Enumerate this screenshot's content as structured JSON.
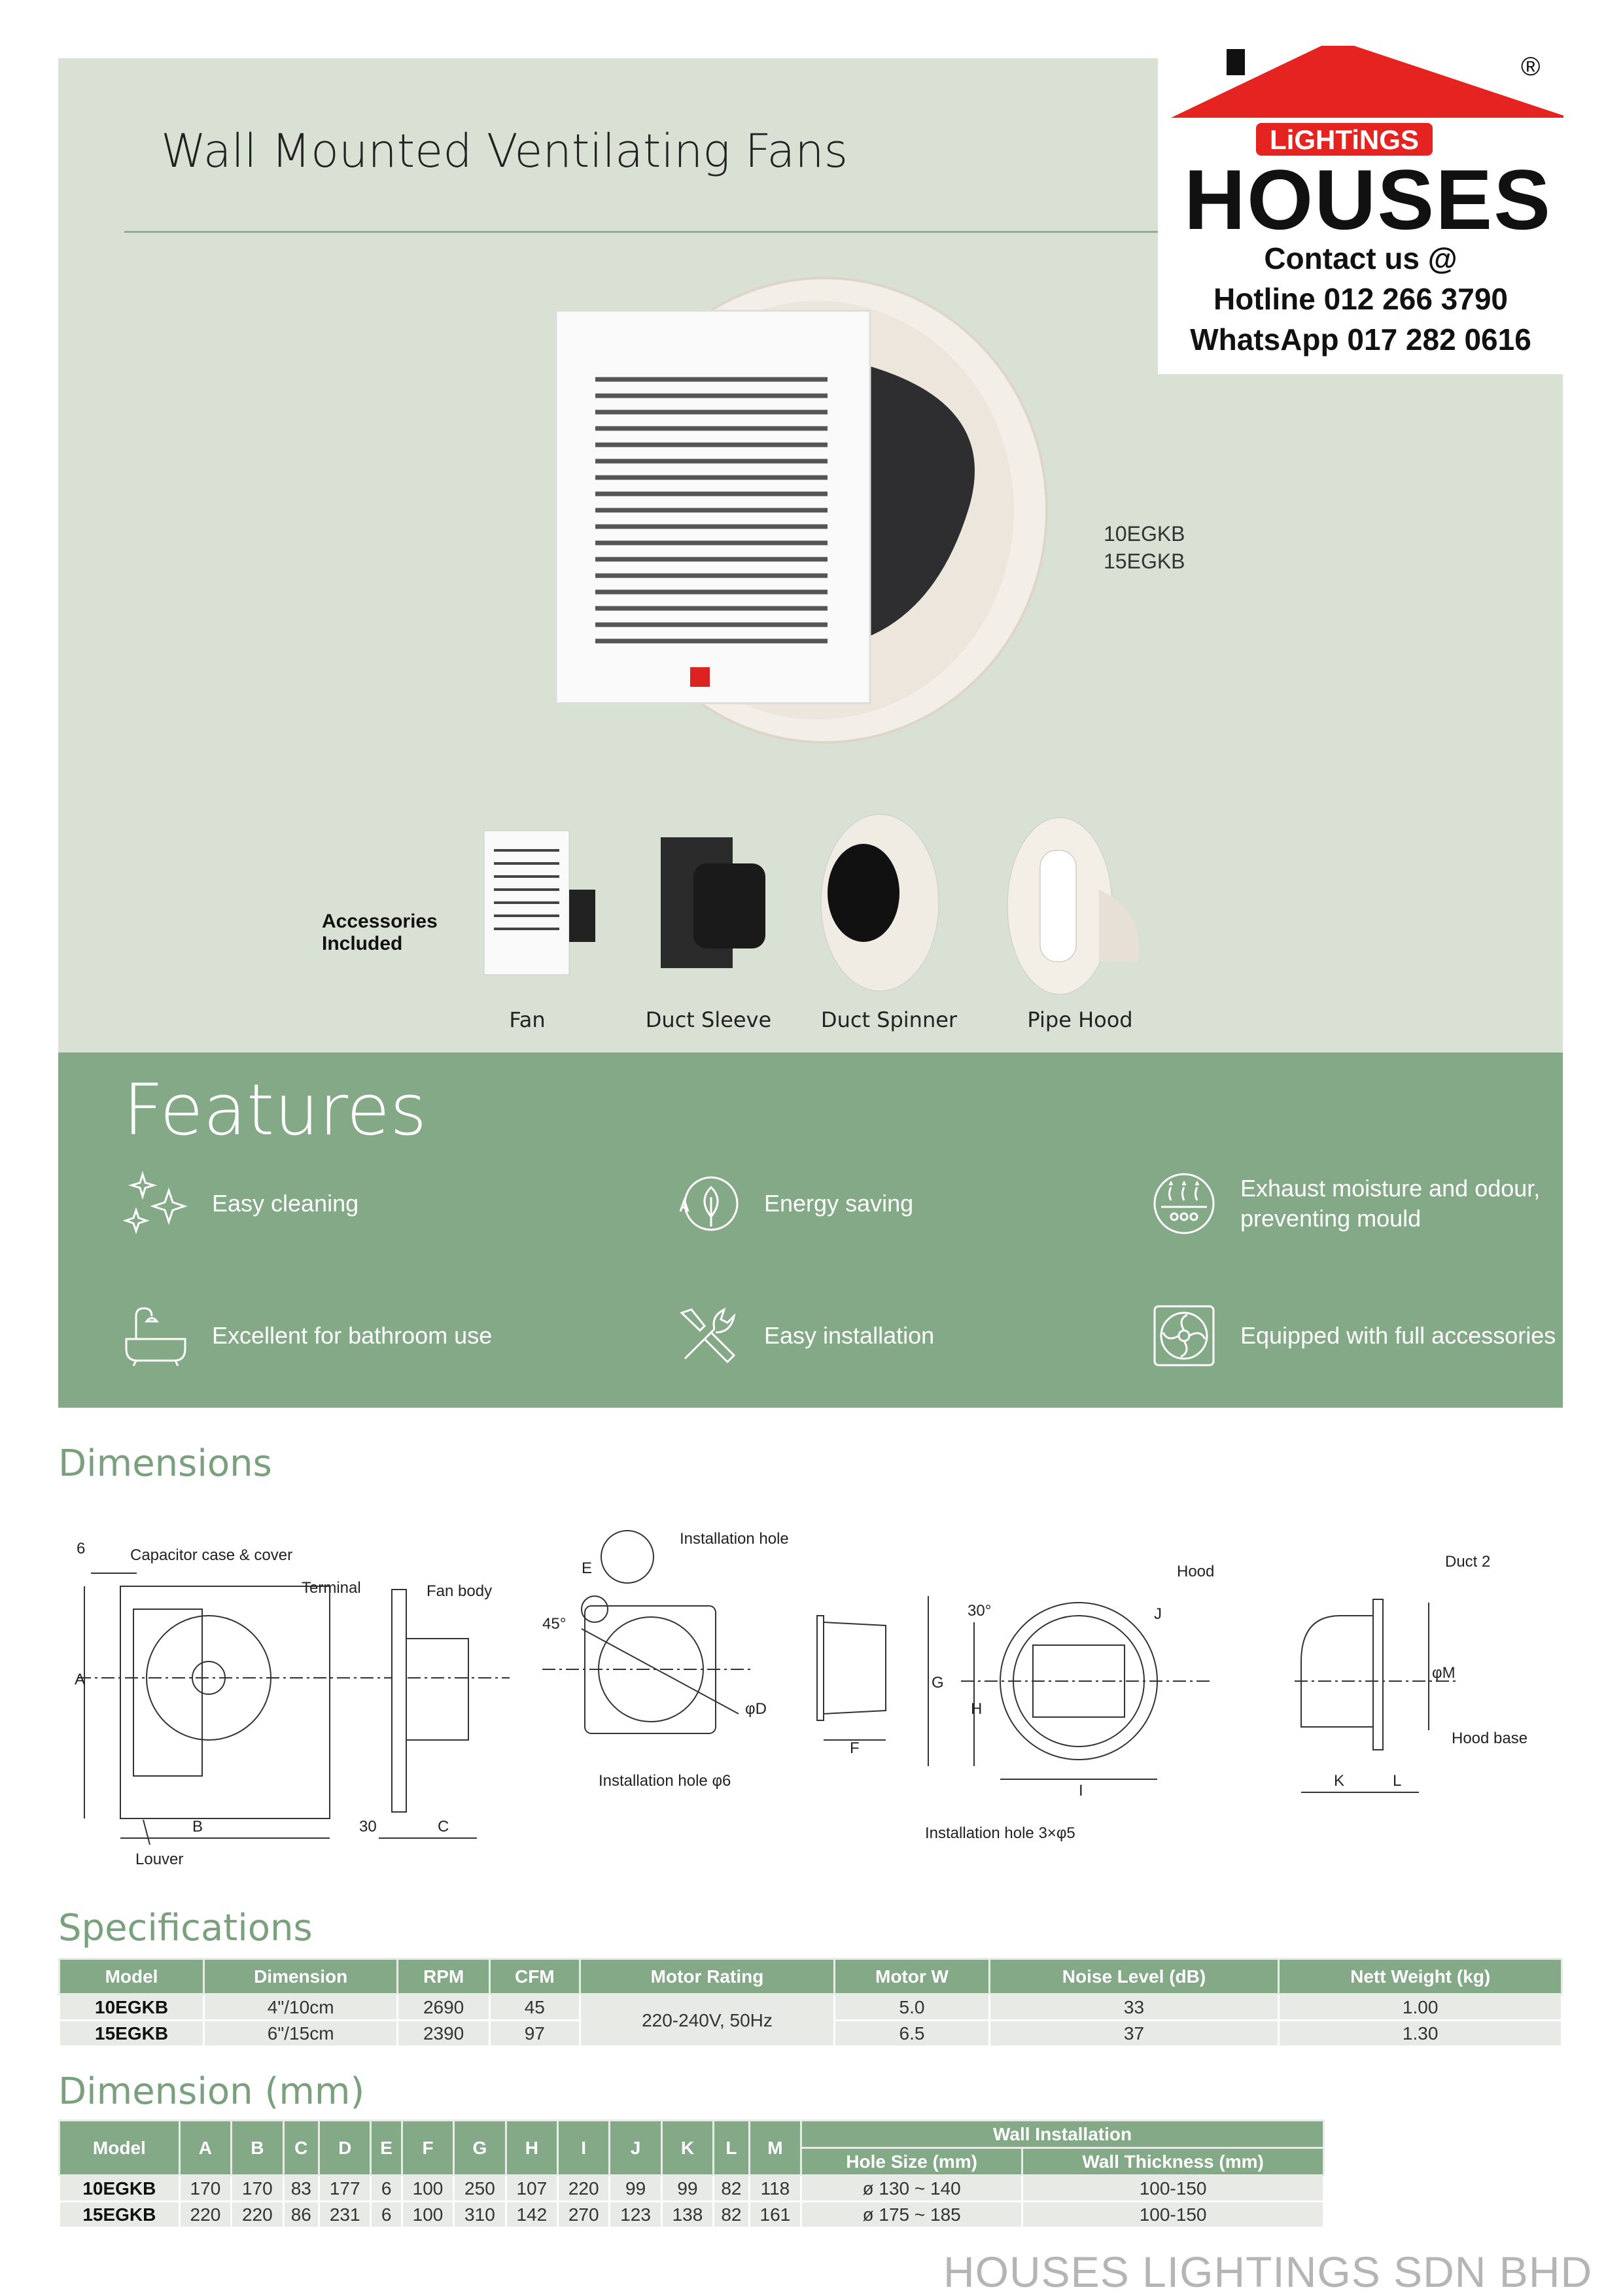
{
  "header": {
    "title": "Wall Mounted Ventilating Fans",
    "models": [
      "10EGKB",
      "15EGKB"
    ]
  },
  "logo": {
    "brand_top": "LiGHTiNGS",
    "brand_main": "HOUSES",
    "registered": "®",
    "contact": "Contact us @",
    "hotline": "Hotline 012 266 3790",
    "whatsapp": "WhatsApp 017 282 0616"
  },
  "accessories": {
    "label_line1": "Accessories",
    "label_line2": "Included",
    "items": [
      "Fan",
      "Duct Sleeve",
      "Duct Spinner",
      "Pipe Hood"
    ]
  },
  "features": {
    "title": "Features",
    "items": [
      {
        "icon": "sparkle-icon",
        "label": "Easy cleaning"
      },
      {
        "icon": "energy-leaf-icon",
        "label": "Energy saving"
      },
      {
        "icon": "moisture-exhaust-icon",
        "label": "Exhaust moisture and odour, preventing mould"
      },
      {
        "icon": "bathtub-icon",
        "label": "Excellent for bathroom use"
      },
      {
        "icon": "tools-icon",
        "label": "Easy installation"
      },
      {
        "icon": "fan-accessories-icon",
        "label": "Equipped with full accessories"
      }
    ]
  },
  "dimensions": {
    "title": "Dimensions",
    "labels": {
      "capacitor": "Capacitor case & cover",
      "terminal": "Terminal",
      "fan_body": "Fan body",
      "louver": "Louver",
      "install_hole": "Installation hole",
      "install_hole6": "Installation hole φ6",
      "install_hole3": "Installation hole 3×φ5",
      "hood": "Hood",
      "duct2": "Duct 2",
      "hood_base": "Hood base",
      "six": "6",
      "a": "A",
      "b": "B",
      "c": "C",
      "thirty": "30",
      "e": "E",
      "deg45": "45°",
      "phid": "φD",
      "f": "F",
      "g": "G",
      "h": "H",
      "i": "I",
      "j": "J",
      "deg30": "30°",
      "phim": "φM",
      "k": "K",
      "l": "L"
    }
  },
  "specifications": {
    "title": "Specifications",
    "headers": [
      "Model",
      "Dimension",
      "RPM",
      "CFM",
      "Motor Rating",
      "Motor W",
      "Noise Level (dB)",
      "Nett Weight (kg)"
    ],
    "motor_rating": "220-240V, 50Hz",
    "rows": [
      [
        "10EGKB",
        "4\"/10cm",
        "2690",
        "45",
        "5.0",
        "33",
        "1.00"
      ],
      [
        "15EGKB",
        "6\"/15cm",
        "2390",
        "97",
        "6.5",
        "37",
        "1.30"
      ]
    ]
  },
  "dimension_mm": {
    "title": "Dimension (mm)",
    "headers": [
      "Model",
      "A",
      "B",
      "C",
      "D",
      "E",
      "F",
      "G",
      "H",
      "I",
      "J",
      "K",
      "L",
      "M"
    ],
    "wall_installation": "Wall Installation",
    "sub_headers": [
      "Hole Size (mm)",
      "Wall Thickness (mm)"
    ],
    "rows": [
      [
        "10EGKB",
        "170",
        "170",
        "83",
        "177",
        "6",
        "100",
        "250",
        "107",
        "220",
        "99",
        "99",
        "82",
        "118",
        "ø 130 ~ 140",
        "100-150"
      ],
      [
        "15EGKB",
        "220",
        "220",
        "86",
        "231",
        "6",
        "100",
        "310",
        "142",
        "270",
        "123",
        "138",
        "82",
        "161",
        "ø 175 ~ 185",
        "100-150"
      ]
    ]
  },
  "footer": "HOUSES LIGHTINGS SDN BHD",
  "colors": {
    "panel": "#d9e1d5",
    "green": "#83a987",
    "logo_red": "#e52421"
  }
}
